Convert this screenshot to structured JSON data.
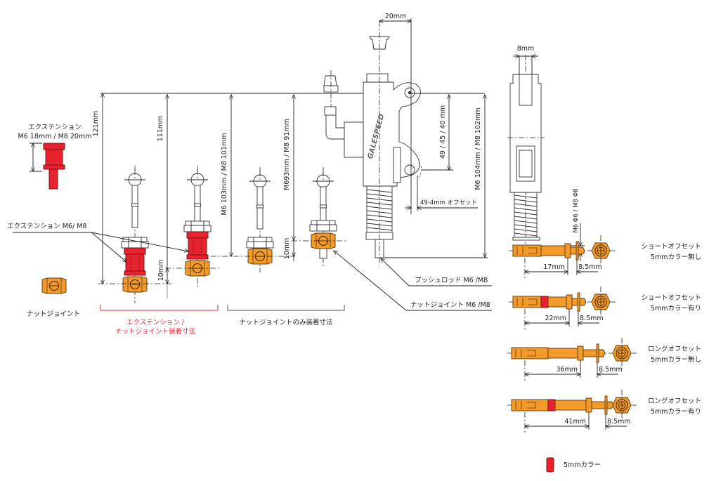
{
  "colors": {
    "orange": "#f39a2a",
    "red": "#e8232f",
    "red_label": "#e0283a",
    "line": "#222222"
  },
  "extension_part": {
    "title": "エクステンション",
    "size": "M6 18mm / M8 20mm"
  },
  "nut_joint_part": {
    "title": "ナットジョイント"
  },
  "left_group": {
    "callout": "エクステンション M6/ M8",
    "dim_121": "121mm",
    "dim_111": "111mm",
    "dim_10": "10mm",
    "bracket_line1": "エクステンション /",
    "bracket_line2": "ナットジョイント装着寸法"
  },
  "middle_group": {
    "dim_a": "M6 103mm / M8 101mm",
    "dim_b": "M693mm / M8 91mm",
    "dim_10": "10mm",
    "bracket_label": "ナットジョイントのみ装着寸法"
  },
  "master_cylinder": {
    "dim_top": "20mm",
    "dim_mount": "49 / 45 / 40 mm",
    "dim_total": "M6 104mm / M8 102mm",
    "offset_label": "49-4mm オフセット",
    "pushrod_label": "プッシュロッド M6 /M8",
    "nut_joint_label": "ナットジョイント M6 /M8"
  },
  "side_view": {
    "dim_width": "8mm",
    "dim_dia": "M6 Φ6 / M8 Φ8"
  },
  "offset_variants": [
    {
      "line1": "ショートオフセット",
      "line2": "5mmカラー無し",
      "dim_a": "17mm",
      "dim_b": "8.5mm",
      "has_collar": false
    },
    {
      "line1": "ショートオフセット",
      "line2": "5mmカラー有り",
      "dim_a": "22mm",
      "dim_b": "8.5mm",
      "has_collar": true
    },
    {
      "line1": "ロングオフセット",
      "line2": "5mmカラー無し",
      "dim_a": "36mm",
      "dim_b": "8.5mm",
      "has_collar": false
    },
    {
      "line1": "ロングオフセット",
      "line2": "5mmカラー有り",
      "dim_a": "41mm",
      "dim_b": "8.5mm",
      "has_collar": true
    }
  ],
  "legend": {
    "label": "5mmカラー"
  }
}
